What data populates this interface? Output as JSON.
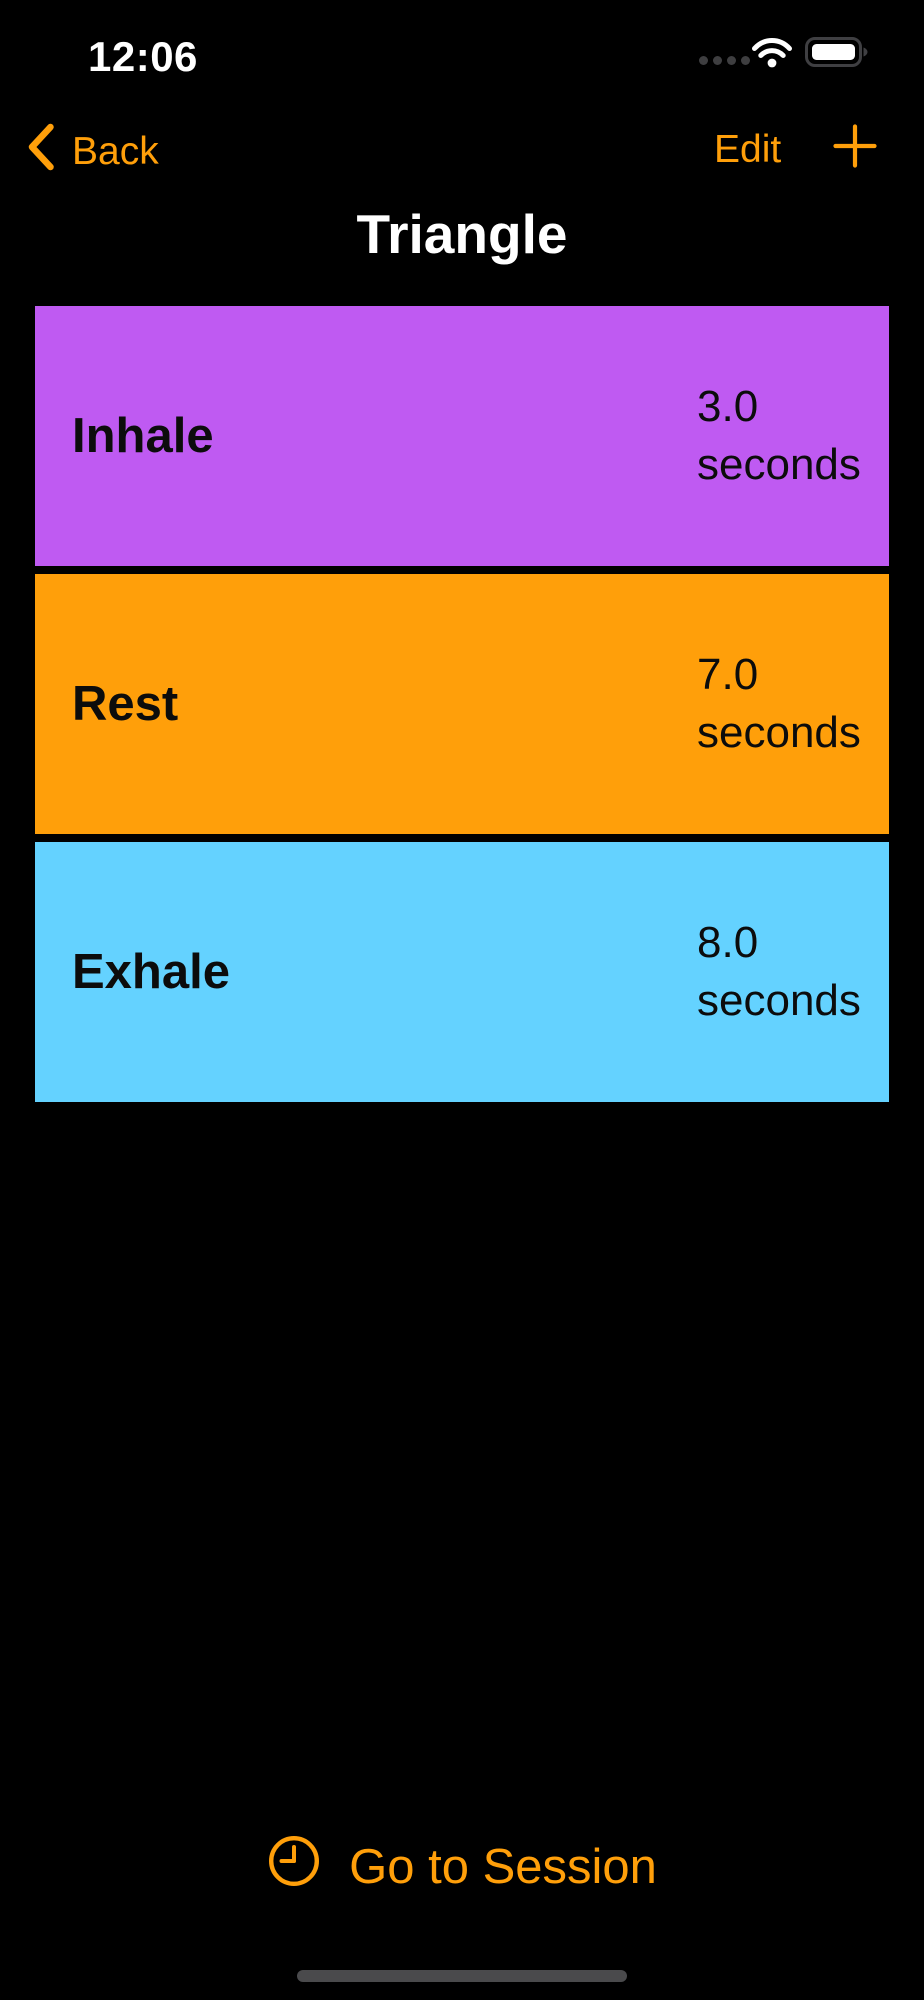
{
  "status_bar": {
    "time": "12:06",
    "cellular_icon": "cellular-dots-icon",
    "wifi_icon": "wifi-icon",
    "battery_icon": "battery-full-icon"
  },
  "nav_bar": {
    "back_label": "Back",
    "back_icon": "chevron-left-icon",
    "edit_label": "Edit",
    "add_icon": "plus-icon"
  },
  "page": {
    "title": "Triangle"
  },
  "steps": [
    {
      "name": "Inhale",
      "duration": "3.0",
      "unit": "seconds",
      "color": "#bf5af2"
    },
    {
      "name": "Rest",
      "duration": "7.0",
      "unit": "seconds",
      "color": "#ff9f0a"
    },
    {
      "name": "Exhale",
      "duration": "8.0",
      "unit": "seconds",
      "color": "#64d2ff"
    }
  ],
  "footer": {
    "session_label": "Go to Session",
    "session_icon": "clock-icon"
  },
  "colors": {
    "background": "#000000",
    "accent": "#ff9f0a",
    "title_text": "#ffffff",
    "step_text": "#0c0c0c",
    "home_indicator": "#4a4a4c",
    "cellular_dots": "#3e3e40",
    "battery_outline": "#3f3f42"
  }
}
